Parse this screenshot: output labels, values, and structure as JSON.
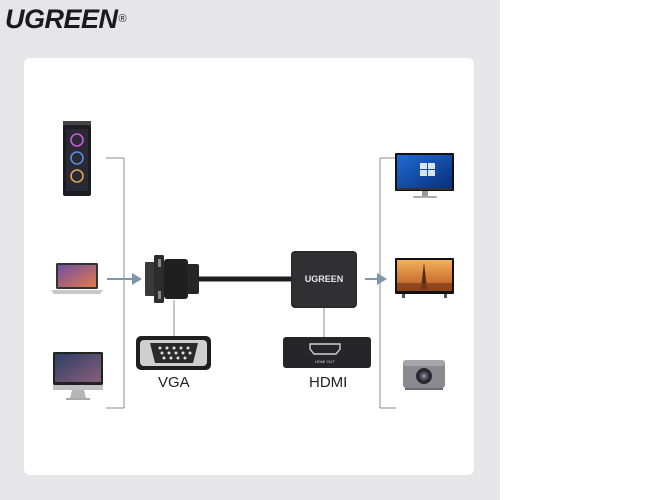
{
  "brand": {
    "name": "UGREEN",
    "trademark": "®"
  },
  "adapter": {
    "logo": "UGREEN",
    "port_label": "HDMI OUT"
  },
  "labels": {
    "vga": "VGA",
    "hdmi": "HDMI"
  },
  "sources": [
    "pc-tower-icon",
    "laptop-icon",
    "imac-icon"
  ],
  "outputs": [
    "monitor-icon",
    "tv-icon",
    "projector-icon"
  ],
  "colors": {
    "line": "#8c8c8c",
    "arrow": "#7f95aa",
    "device": "#2b2b2b",
    "background": "#e6e6e8"
  }
}
